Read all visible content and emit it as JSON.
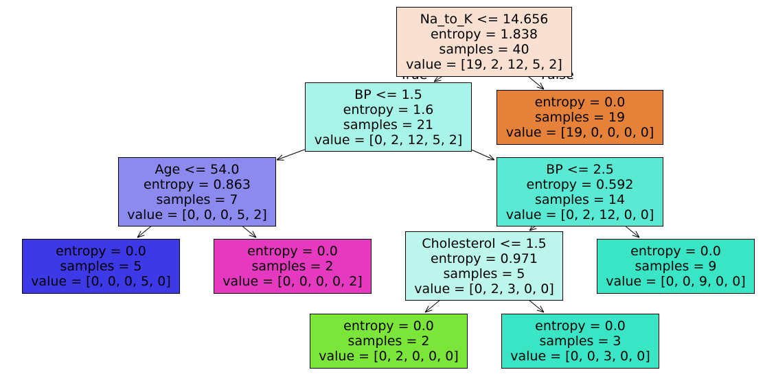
{
  "nodes": {
    "root": {
      "lines": [
        "Na_to_K <= 14.656",
        "entropy = 1.838",
        "samples = 40",
        "value = [19, 2, 12, 5, 2]"
      ],
      "color": "#f9e0d0"
    },
    "n1": {
      "lines": [
        "BP <= 1.5",
        "entropy = 1.6",
        "samples = 21",
        "value = [0, 2, 12, 5, 2]"
      ],
      "color": "#a9f4e8"
    },
    "n2": {
      "lines": [
        "entropy = 0.0",
        "samples = 19",
        "value = [19, 0, 0, 0, 0]"
      ],
      "color": "#e58139"
    },
    "n3": {
      "lines": [
        "Age <= 54.0",
        "entropy = 0.863",
        "samples = 7",
        "value = [0, 0, 0, 5, 2]"
      ],
      "color": "#8c89ef"
    },
    "n4": {
      "lines": [
        "BP <= 2.5",
        "entropy = 0.592",
        "samples = 14",
        "value = [0, 2, 12, 0, 0]"
      ],
      "color": "#5ae9d3"
    },
    "n5": {
      "lines": [
        "entropy = 0.0",
        "samples = 5",
        "value = [0, 0, 0, 5, 0]"
      ],
      "color": "#3e39e6"
    },
    "n6": {
      "lines": [
        "entropy = 0.0",
        "samples = 2",
        "value = [0, 0, 0, 0, 2]"
      ],
      "color": "#e539c0"
    },
    "n7": {
      "lines": [
        "Cholesterol <= 1.5",
        "entropy = 0.971",
        "samples = 5",
        "value = [0, 2, 3, 0, 0]"
      ],
      "color": "#bdf6ed"
    },
    "n8": {
      "lines": [
        "entropy = 0.0",
        "samples = 9",
        "value = [0, 0, 9, 0, 0]"
      ],
      "color": "#39e5c5"
    },
    "n9": {
      "lines": [
        "entropy = 0.0",
        "samples = 2",
        "value = [0, 2, 0, 0, 0]"
      ],
      "color": "#7be539"
    },
    "n10": {
      "lines": [
        "entropy = 0.0",
        "samples = 3",
        "value = [0, 0, 3, 0, 0]"
      ],
      "color": "#39e5c5"
    }
  },
  "edge_labels": {
    "true": "True",
    "false": "False"
  },
  "edge_color": "#000000"
}
